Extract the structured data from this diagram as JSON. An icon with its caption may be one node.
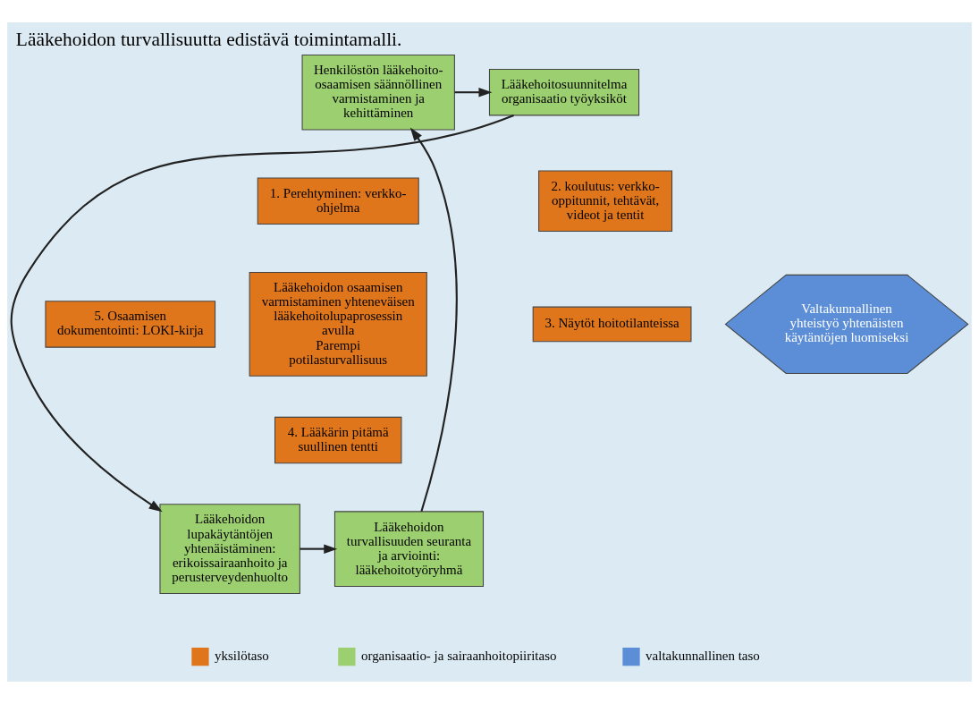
{
  "diagram": {
    "title": "Lääkehoidon turvallisuutta edistävä toimintamalli.",
    "nodes": [
      {
        "text": [
          "Henkilöstön lääkehoito-osaamisen säännöllinen varmistaminen ja kehittäminen"
        ]
      },
      {
        "text": [
          "Lääkehoitosuunnitelma organisaatio työyksiköt"
        ]
      },
      {
        "text": [
          "Lääkehoidon lupakäytäntöjen yhtenäistäminen: erikoissairaanhoito ja perusterveydenhuolto"
        ]
      },
      {
        "text": [
          "Lääkehoidon turvallisuuden seuranta ja arviointi: lääkehoitotyöryhmä"
        ]
      },
      {
        "text": [
          "1. Perehtyminen: verkko-ohjelma"
        ]
      },
      {
        "text": [
          "2. koulutus: verkko-oppitunnit, tehtävät, videot ja tentit"
        ]
      },
      {
        "text": [
          "Lääkehoidon osaamisen varmistaminen yhteneväisen lääkehoitolupaprosessin avulla",
          "Parempi potilasturvallisuus"
        ]
      },
      {
        "text": [
          "3. Näytöt hoitotilanteissa"
        ]
      },
      {
        "text": [
          "4. Lääkärin pitämä suullinen tentti"
        ]
      },
      {
        "text": [
          "5. Osaamisen dokumentointi: LOKI-kirja"
        ]
      },
      {
        "text": [
          "Valtakunnallinen yhteistyö yhtenäisten käytäntöjen luomiseksi"
        ]
      }
    ],
    "edges": [
      {
        "from": 0,
        "to": 1,
        "arrow": "to"
      },
      {
        "from": 1,
        "to": 2,
        "arrow": "to"
      },
      {
        "from": 2,
        "to": 3,
        "arrow": "to"
      },
      {
        "from": 3,
        "to": 0,
        "arrow": "to"
      }
    ],
    "legend": [
      {
        "text": "yksilötaso",
        "color": "#e0761c"
      },
      {
        "text": "organisaatio- ja sairaanhoitopiiritaso",
        "color": "#9ccf6f"
      },
      {
        "text": "valtakunnallinen taso",
        "color": "#5b8ed6"
      }
    ]
  }
}
